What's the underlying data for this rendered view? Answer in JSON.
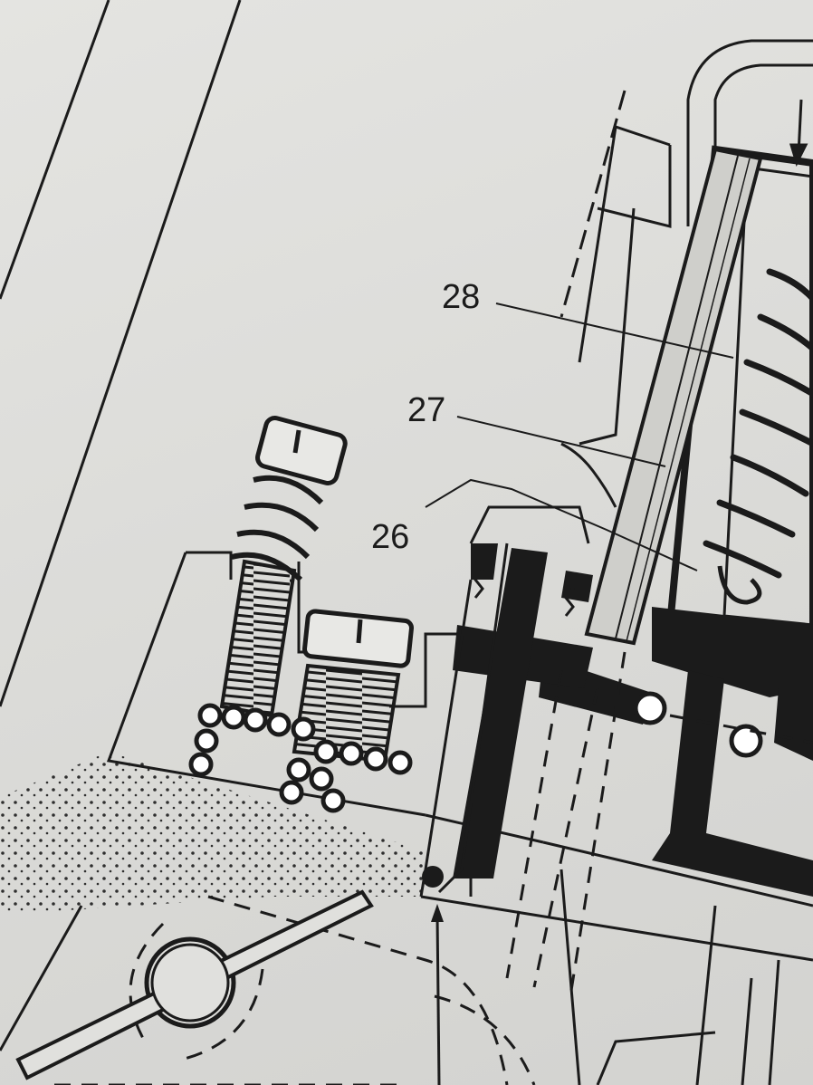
{
  "diagram": {
    "callouts": [
      {
        "id": "28",
        "text": "28"
      },
      {
        "id": "27",
        "text": "27"
      },
      {
        "id": "26",
        "text": "26"
      }
    ],
    "colors": {
      "paper": "#dcdcd9",
      "ink": "#1b1b1b"
    }
  }
}
